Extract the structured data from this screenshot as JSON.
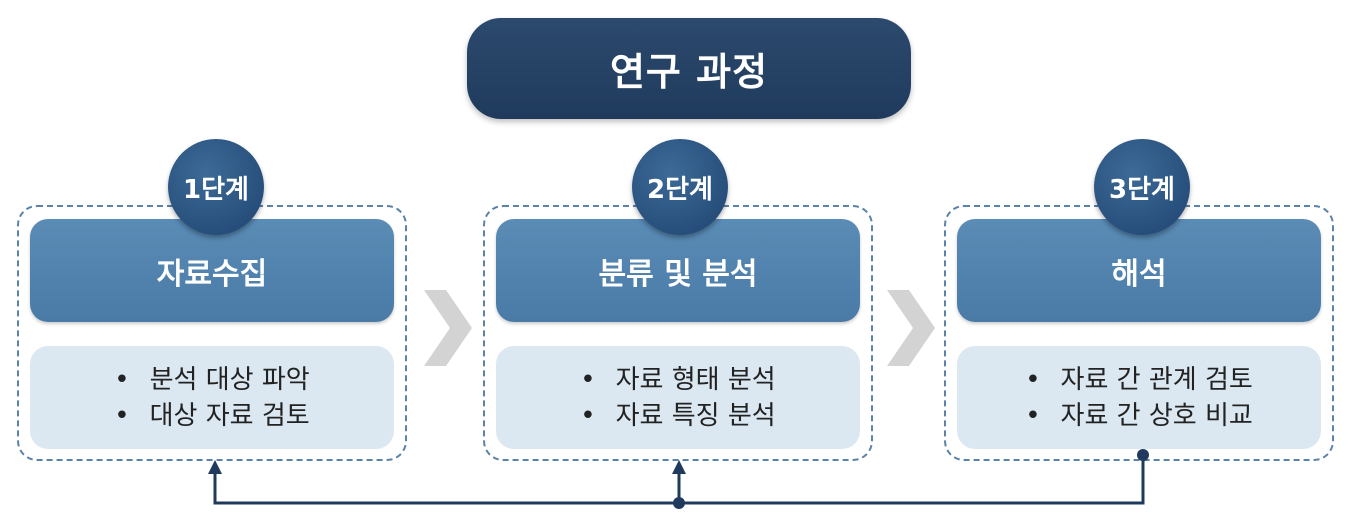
{
  "title": "연구 과정",
  "stages": [
    {
      "step": "1단계",
      "name": "자료수집",
      "items": [
        "분석 대상 파악",
        "대상 자료 검토"
      ]
    },
    {
      "step": "2단계",
      "name": "분류 및 분석",
      "items": [
        "자료 형태 분석",
        "자료 특징 분석"
      ]
    },
    {
      "step": "3단계",
      "name": "해석",
      "items": [
        "자료 간 관계 검토",
        "자료 간 상호 비교"
      ]
    }
  ],
  "colors": {
    "title_bg": "#1f3a5c",
    "header_bg": "#4f82ad",
    "body_bg": "#dbe8f1",
    "badge_bg": "#2a5580",
    "connector": "#1f3a5c",
    "chevron": "#d3d3d3"
  }
}
